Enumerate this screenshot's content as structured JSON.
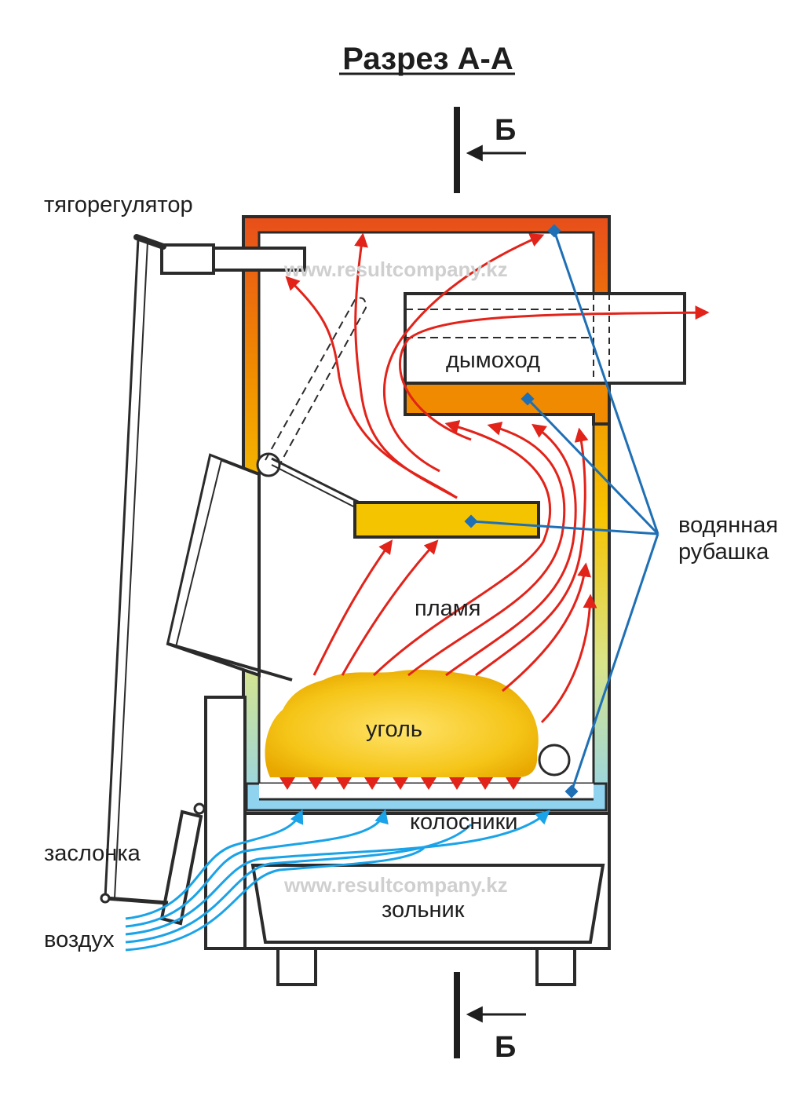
{
  "title": "Разрез А-А",
  "section_mark_top": "Б",
  "section_mark_bottom": "Б",
  "watermark": "www.resultcompany.kz",
  "labels": {
    "draft_regulator": "тягорегулятор",
    "chimney": "дымоход",
    "water_jacket_line1": "водянная",
    "water_jacket_line2": "рубашка",
    "flame": "пламя",
    "coal": "уголь",
    "grates": "колосники",
    "damper": "заслонка",
    "air": "воздух",
    "ash_pan": "зольник"
  },
  "colors": {
    "outline": "#2b2b2b",
    "flame_arrows": "#e2231a",
    "air_arrows": "#1aa3e8",
    "pointer_lines": "#1f6fb5",
    "jacket_hot": "#e84e1b",
    "jacket_mid": "#f7b500",
    "jacket_cool": "#8fd3ef",
    "coal": "#f5c518",
    "baffle": "#f5c400",
    "chimney_jacket": "#f08a00"
  }
}
